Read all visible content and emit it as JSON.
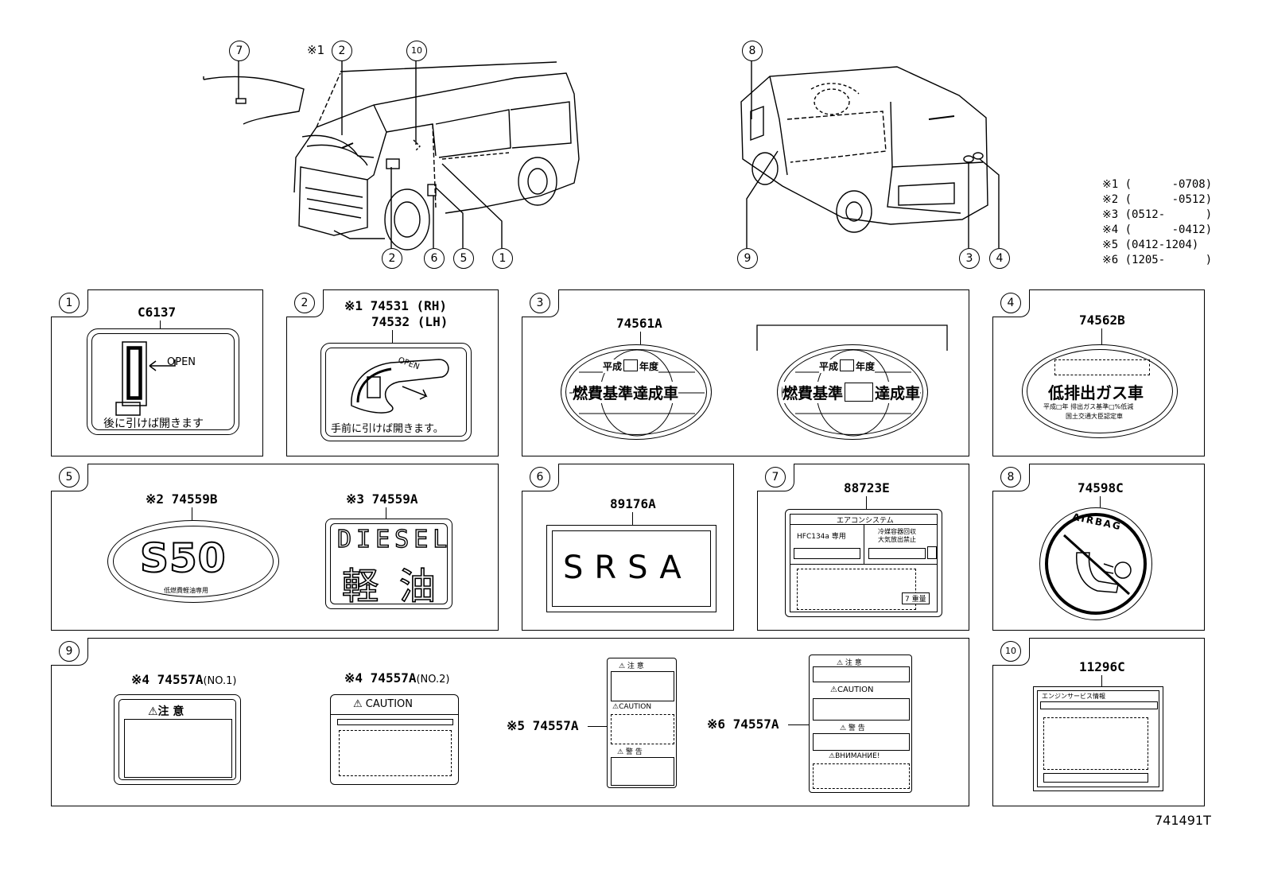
{
  "callouts": {
    "c7": "7",
    "n1_marker": "※1",
    "c2a": "2",
    "c10": "10",
    "c2b": "2",
    "c6": "6",
    "c5": "5",
    "c1": "1",
    "c8": "8",
    "c9": "9",
    "c3": "3",
    "c4": "4"
  },
  "notes": [
    "※1 (      -0708)",
    "※2 (      -0512)",
    "※3 (0512-      )",
    "※4 (      -0412)",
    "※5 (0412-1204)",
    "※6 (1205-      )"
  ],
  "panels": {
    "p1": {
      "num": "1",
      "part": "C6137",
      "open": "OPEN",
      "text": "後に引けば開きます"
    },
    "p2": {
      "num": "2",
      "part1": "※1 74531 (RH)",
      "part2": "74532 (LH)",
      "open": "OPEN",
      "text": "手前に引けば開きます。"
    },
    "p3": {
      "num": "3",
      "part": "74561A",
      "heisei": "平成",
      "nendo": "年度",
      "text_a": "燃費基準達成車",
      "kijun": "燃費基準",
      "tassei": "達成車"
    },
    "p4": {
      "num": "4",
      "part": "74562B",
      "text": "低排出ガス車",
      "sub1": "平成□年 排出ガス基準□%低減",
      "sub2": "国土交通大臣認定車"
    },
    "p5": {
      "num": "5",
      "part_a": "※2 74559B",
      "part_b": "※3 74559A",
      "s50": "S50",
      "s50_sub": "低燃費軽油専用",
      "diesel": "DIESEL",
      "keiyu1": "軽",
      "keiyu2": "油"
    },
    "p6": {
      "num": "6",
      "part": "89176A",
      "text": "SRSA"
    },
    "p7": {
      "num": "7",
      "part": "88723E",
      "title": "エアコンシステム",
      "hfc": "HFC134a 専用",
      "right1": "冷媒容器回収",
      "right2": "大気放出禁止",
      "tag": "7 重量"
    },
    "p8": {
      "num": "8",
      "part": "74598C",
      "text": "AIRBAG"
    },
    "p9": {
      "num": "9",
      "l1_part": "※4 74557A",
      "l1_no": "(NO.1)",
      "l1_title": "⚠注 意",
      "l2_part": "※4 74557A",
      "l2_no": "(NO.2)",
      "l2_title": "⚠ CAUTION",
      "l3_part": "※5 74557A",
      "l3_t1": "⚠ 注  意",
      "l3_t2": "⚠CAUTION",
      "l3_t3": "⚠  警  告",
      "l4_part": "※6 74557A",
      "l4_t1": "⚠ 注  意",
      "l4_t2": "⚠CAUTION",
      "l4_t3": "⚠ 警 告",
      "l4_t4": "⚠ВНИМАНИЕ!"
    },
    "p10": {
      "num": "10",
      "part": "11296C",
      "title": "エンジンサービス情報"
    }
  },
  "figure_id": "741491T"
}
